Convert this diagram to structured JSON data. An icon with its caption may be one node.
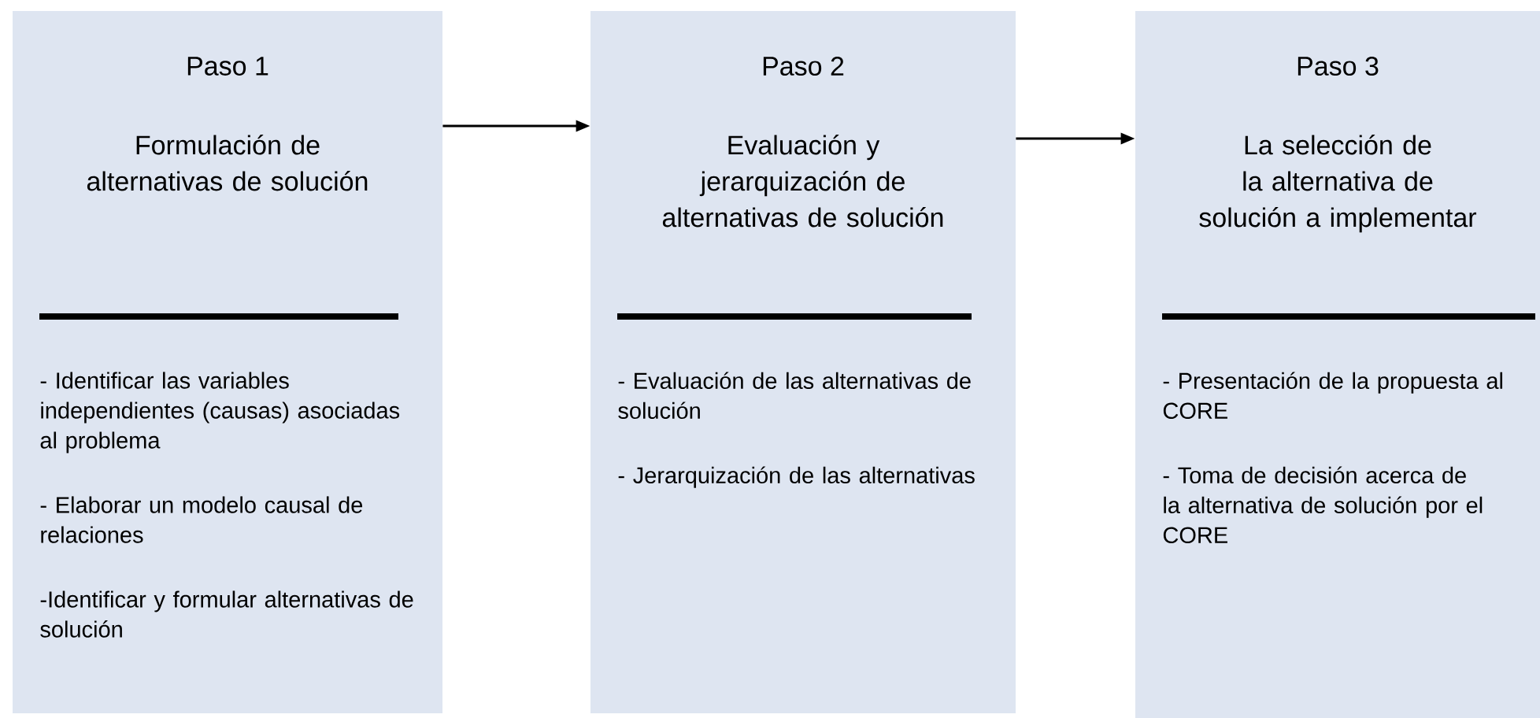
{
  "diagram": {
    "nodes": [
      {
        "text": [
          "Paso 1",
          "Formulación de alternativas de solución",
          "- Identificar las variables independientes (causas) asociadas al problema",
          "- Elaborar un modelo causal de relaciones",
          "-Identificar y formular alternativas de solución"
        ]
      },
      {
        "text": [
          "Paso 2",
          "Evaluación y jerarquización de alternativas de solución",
          "- Evaluación de las alternativas de solución",
          "- Jerarquización de las alternativas"
        ]
      },
      {
        "text": [
          "Paso 3",
          "La selección de la alternativa de solución a implementar",
          "- Presentación de la propuesta al CORE",
          "- Toma de decisión acerca de la alternativa de solución por el CORE"
        ]
      }
    ],
    "edges": [
      {
        "from": 0,
        "to": 1,
        "arrow": "to"
      },
      {
        "from": 1,
        "to": 2,
        "arrow": "to"
      }
    ]
  }
}
